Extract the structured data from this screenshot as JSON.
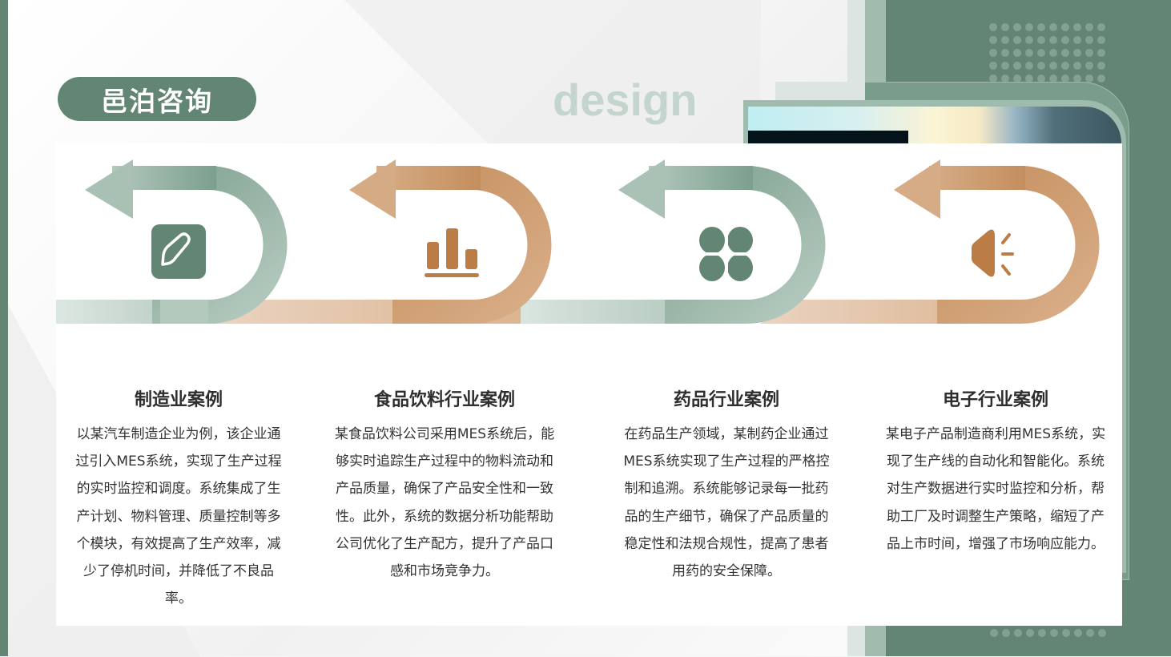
{
  "brand": {
    "name": "邑泊咨询",
    "watermark": "design"
  },
  "colors": {
    "green": "#628673",
    "green_light": "#a1bcaf",
    "bronze": "#bb7d45",
    "bronze_light": "#e6ccb6",
    "text": "#333333"
  },
  "steps": [
    {
      "icon": "edit-pencil-icon",
      "color": "green",
      "title": "制造业案例",
      "body": "以某汽车制造企业为例，该企业通过引入MES系统，实现了生产过程的实时监控和调度。系统集成了生产计划、物料管理、质量控制等多个模块，有效提高了生产效率，减少了停机时间，并降低了不良品率。"
    },
    {
      "icon": "bar-chart-icon",
      "color": "bronze",
      "title": "食品饮料行业案例",
      "body": "某食品饮料公司采用MES系统后，能够实时追踪生产过程中的物料流动和产品质量，确保了产品安全性和一致性。此外，系统的数据分析功能帮助公司优化了生产配方，提升了产品口感和市场竞争力。"
    },
    {
      "icon": "four-petal-icon",
      "color": "green",
      "title": "药品行业案例",
      "body": "在药品生产领域，某制药企业通过MES系统实现了生产过程的严格控制和追溯。系统能够记录每一批药品的生产细节，确保了产品质量的稳定性和法规合规性，提高了患者用药的安全保障。"
    },
    {
      "icon": "speaker-icon",
      "color": "bronze",
      "title": "电子行业案例",
      "body": "某电子产品制造商利用MES系统，实现了生产线的自动化和智能化。系统对生产数据进行实时监控和分析，帮助工厂及时调整生产策略，缩短了产品上市时间，增强了市场响应能力。"
    }
  ]
}
